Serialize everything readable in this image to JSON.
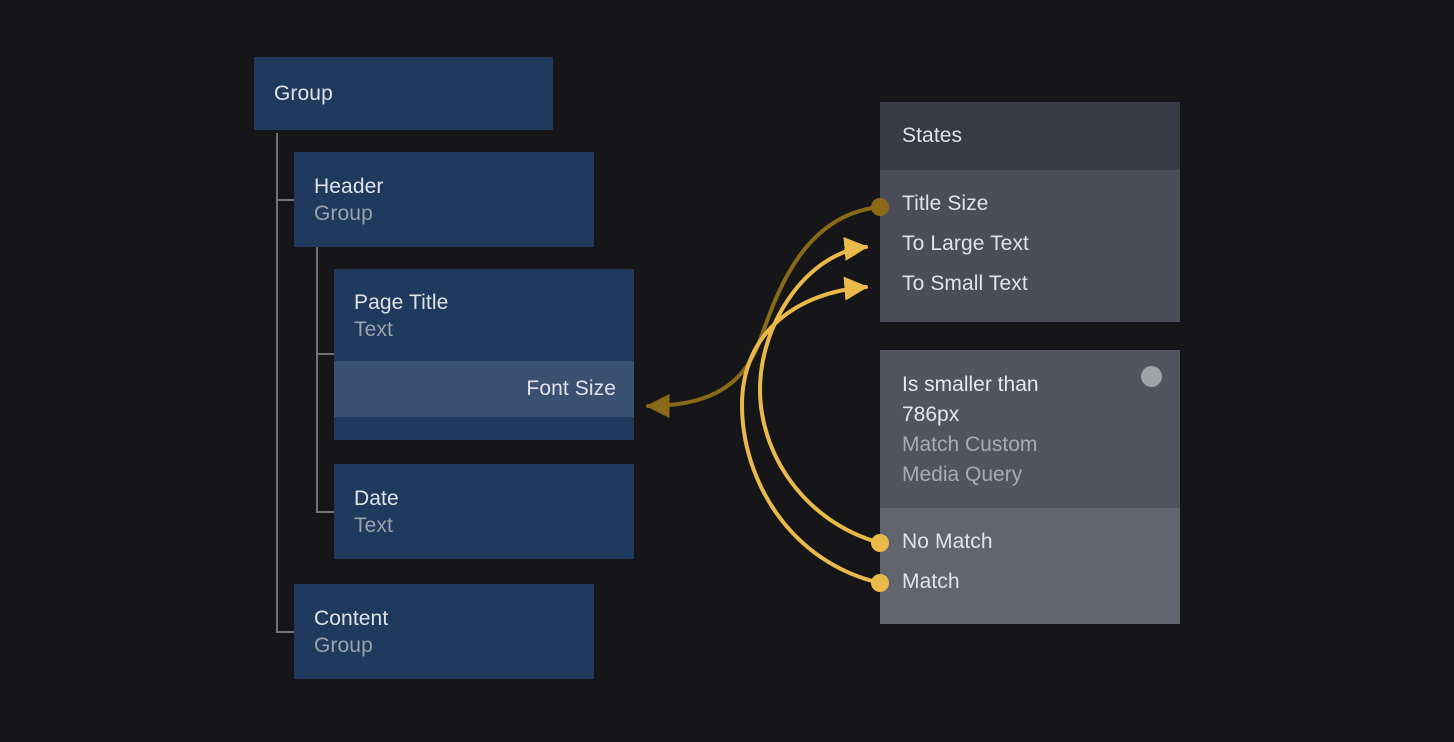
{
  "canvas": {
    "background_color": "#161618",
    "node_color": "#1f3a5c",
    "property_row_color": "#3b5172",
    "panel_header_color": "#383b45",
    "panel_body_color": "#4b4e58",
    "edge_color_bright": "#e9b949",
    "edge_color_dim": "#8a6a18"
  },
  "tree": {
    "root": {
      "title": "Group",
      "subtitle": ""
    },
    "children": [
      {
        "title": "Header",
        "subtitle": "Group",
        "children": [
          {
            "title": "Page Title",
            "subtitle": "Text",
            "properties": [
              {
                "label": "Font Size"
              }
            ]
          },
          {
            "title": "Date",
            "subtitle": "Text"
          }
        ]
      },
      {
        "title": "Content",
        "subtitle": "Group"
      }
    ]
  },
  "panels": [
    {
      "id": "states",
      "header": "States",
      "rows": [
        {
          "label": "Title Size",
          "port": "dot-dim"
        },
        {
          "label": "To Large Text",
          "port": "arrow"
        },
        {
          "label": "To Small Text",
          "port": "arrow"
        }
      ]
    },
    {
      "id": "media-query",
      "title": "Is smaller than 786px",
      "subtitle": "Match Custom Media Query",
      "status_dot": "#a0a2a8",
      "rows": [
        {
          "label": "No Match",
          "port": "dot"
        },
        {
          "label": "Match",
          "port": "dot"
        }
      ]
    }
  ],
  "edges": [
    {
      "from": "states.title-size",
      "to": "page-title.font-size",
      "style": "dim"
    },
    {
      "from": "media-query.no-match",
      "to": "states.to-large-text",
      "style": "bright"
    },
    {
      "from": "media-query.match",
      "to": "states.to-small-text",
      "style": "bright"
    }
  ]
}
